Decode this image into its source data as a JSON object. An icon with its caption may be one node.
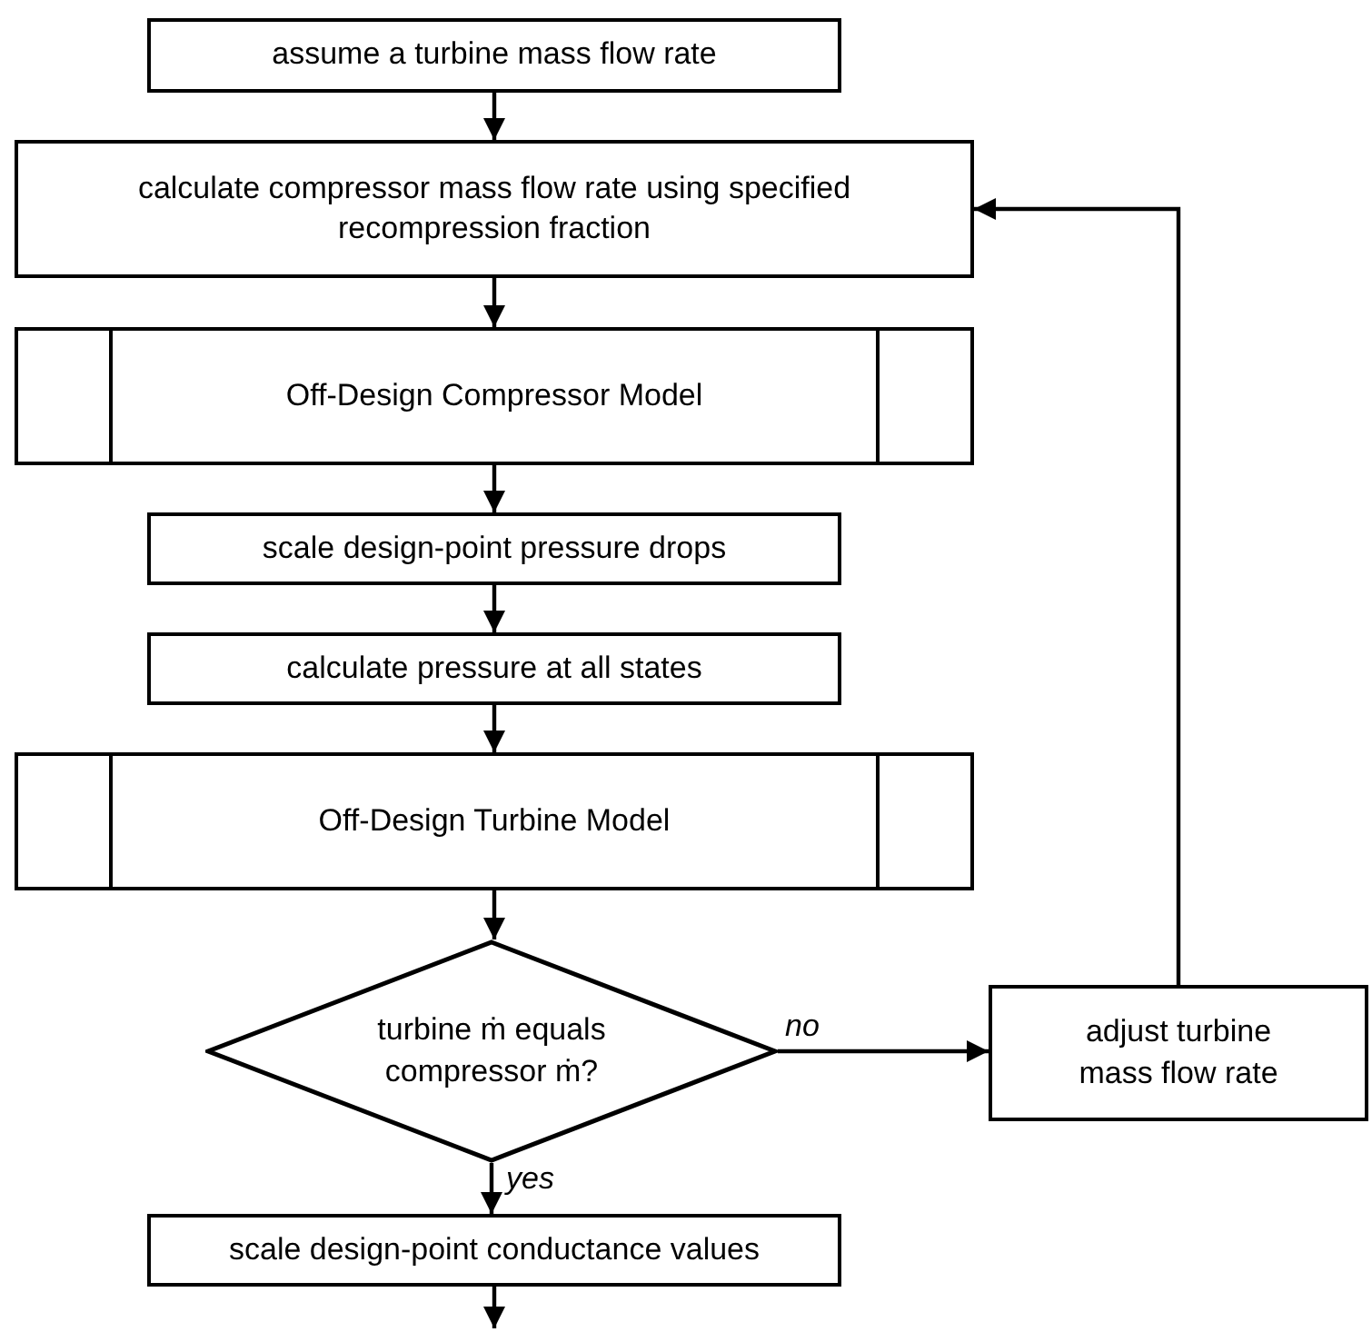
{
  "diagram": {
    "nodes": [
      {
        "text": [
          "assume a turbine mass flow rate"
        ]
      },
      {
        "text": [
          "calculate compressor mass flow rate using specified recompression fraction"
        ]
      },
      {
        "text": [
          "Off-Design Compressor Model"
        ]
      },
      {
        "text": [
          "scale design-point pressure drops"
        ]
      },
      {
        "text": [
          "calculate pressure at all states"
        ]
      },
      {
        "text": [
          "Off-Design Turbine Model"
        ]
      },
      {
        "text": [
          "turbine ṁ equals compressor ṁ?"
        ]
      },
      {
        "text": [
          "adjust turbine mass flow rate"
        ]
      },
      {
        "text": [
          "scale design-point conductance values"
        ]
      }
    ],
    "edges": [
      {
        "from": 0,
        "to": 1,
        "arrow": "to"
      },
      {
        "from": 1,
        "to": 2,
        "arrow": "to"
      },
      {
        "from": 2,
        "to": 3,
        "arrow": "to"
      },
      {
        "from": 3,
        "to": 4,
        "arrow": "to"
      },
      {
        "from": 4,
        "to": 5,
        "arrow": "to"
      },
      {
        "from": 5,
        "to": 6,
        "arrow": "to"
      },
      {
        "from": 6,
        "to": 7,
        "arrow": "to",
        "label": "no"
      },
      {
        "from": 7,
        "to": 1,
        "arrow": "to"
      },
      {
        "from": 6,
        "to": 8,
        "arrow": "to",
        "label": "yes"
      },
      {
        "from": 8,
        "to": null,
        "arrow": "to"
      }
    ]
  }
}
